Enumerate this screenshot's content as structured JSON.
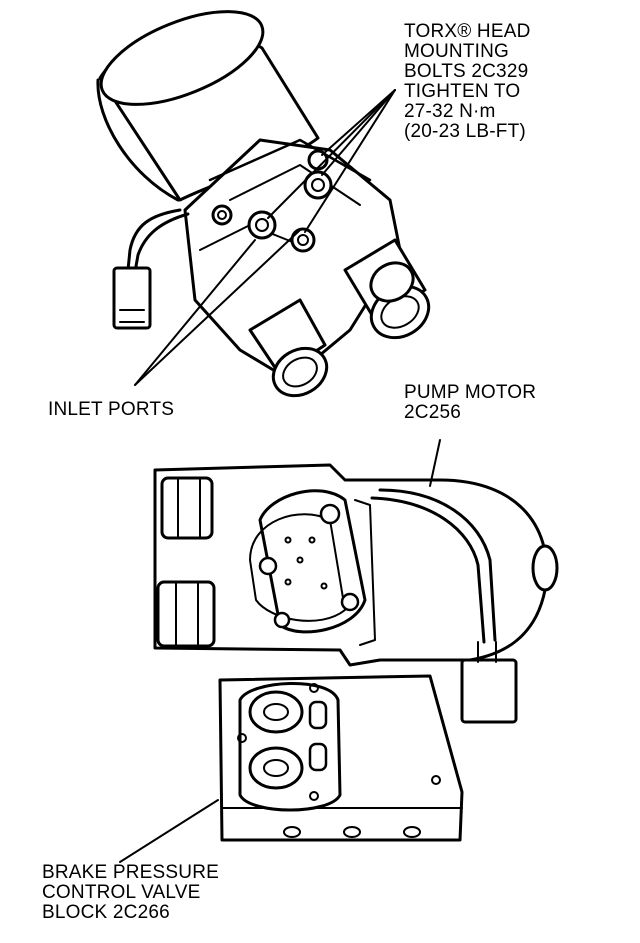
{
  "callouts": {
    "torx_bolts": {
      "line1": "TORX® HEAD",
      "line2": "MOUNTING",
      "line3": "BOLTS 2C329",
      "line4": "TIGHTEN TO",
      "line5": "27-32 N·m",
      "line6": "(20-23 LB-FT)"
    },
    "inlet_ports": {
      "line1": "INLET PORTS"
    },
    "pump_motor": {
      "line1": "PUMP MOTOR",
      "line2": "2C256"
    },
    "valve_block": {
      "line1": "BRAKE PRESSURE",
      "line2": "CONTROL VALVE",
      "line3": "BLOCK 2C266"
    }
  },
  "colors": {
    "ink": "#000000",
    "paper": "#ffffff"
  }
}
